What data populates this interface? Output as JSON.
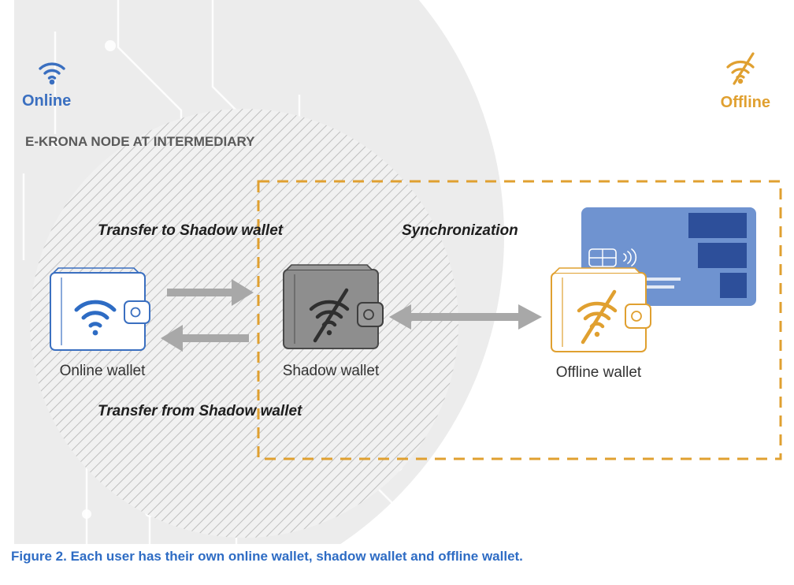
{
  "zones": {
    "online_label": "Online",
    "offline_label": "Offline",
    "node_label": "E-KRONA NODE AT INTERMEDIARY"
  },
  "flows": {
    "transfer_to": "Transfer to Shadow wallet",
    "transfer_from": "Transfer from Shadow wallet",
    "synchronization": "Synchronization"
  },
  "wallets": {
    "online": "Online wallet",
    "shadow": "Shadow wallet",
    "offline": "Offline wallet"
  },
  "caption": "Figure 2. Each user has their own online wallet, shadow wallet and offline wallet.",
  "colors": {
    "online_blue": "#3a6fc0",
    "offline_orange": "#e0a030",
    "card_blue": "#6f93d0",
    "card_dark": "#2d4f9a",
    "shadow_gray": "#8a8a8a",
    "arrow_gray": "#a8a8a8",
    "caption_blue": "#2e6cc4"
  },
  "icons": {
    "online": "wifi-icon",
    "offline": "wifi-off-icon",
    "card": "payment-card-icon"
  }
}
